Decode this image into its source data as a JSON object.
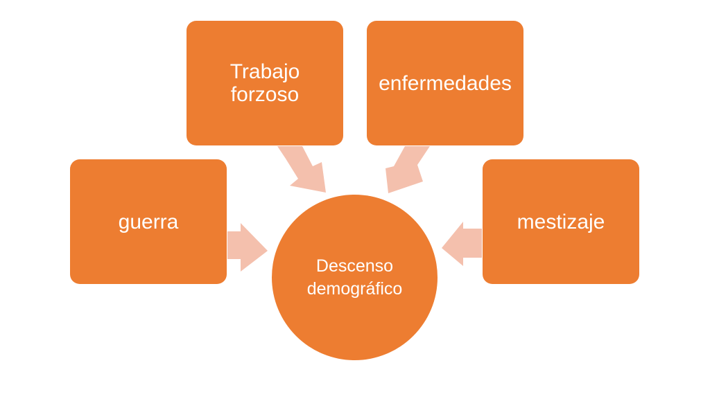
{
  "colors": {
    "node_fill": "#ed7d31",
    "arrow_fill": "#f4c0ad",
    "text": "#ffffff",
    "background": "#ffffff"
  },
  "center": {
    "label": "Descenso demográfico"
  },
  "nodes": [
    {
      "id": "guerra",
      "label": "guerra"
    },
    {
      "id": "trabajo",
      "label": "Trabajo forzoso"
    },
    {
      "id": "enfermedades",
      "label": "enfermedades"
    },
    {
      "id": "mestizaje",
      "label": "mestizaje"
    }
  ]
}
